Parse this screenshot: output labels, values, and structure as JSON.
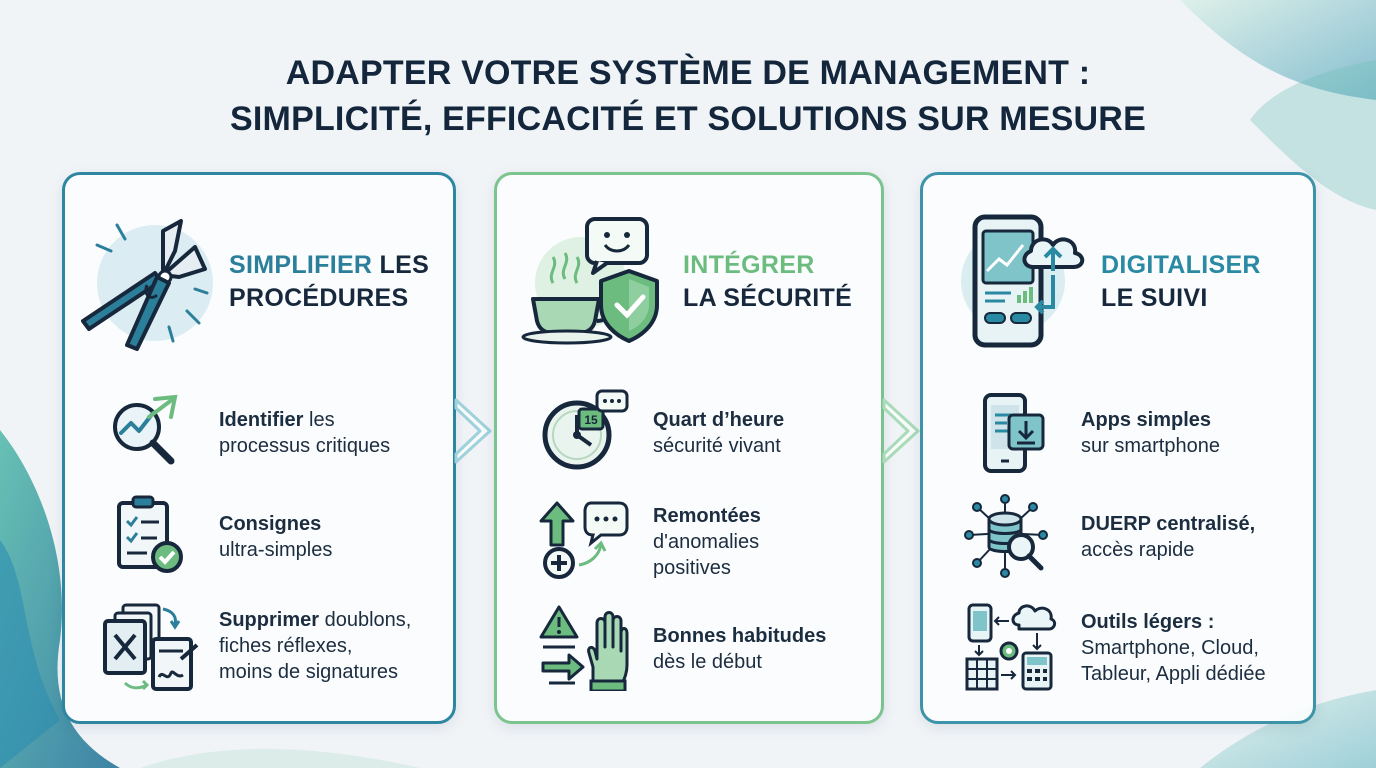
{
  "title": {
    "line1": "ADAPTER VOTRE SYSTÈME DE MANAGEMENT :",
    "line2": "SIMPLICITÉ, EFFICACITÉ ET SOLUTIONS SUR MESURE"
  },
  "columns": [
    {
      "title_accent": "SIMPLIFIER",
      "title_rest1": " LES",
      "title_line2": "PROCÉDURES",
      "head_icon": "pruning-shears-icon",
      "items": [
        {
          "icon": "magnifier-trend-icon",
          "bold": "Identifier",
          "rest": " les",
          "line2": "processus critiques",
          "line3": ""
        },
        {
          "icon": "checklist-icon",
          "bold": "Consignes",
          "rest": "",
          "line2": "ultra-simples",
          "line3": ""
        },
        {
          "icon": "documents-sign-icon",
          "bold": "Supprimer",
          "rest": " doublons,",
          "line2": "fiches réflexes,",
          "line3": "moins de signatures"
        }
      ]
    },
    {
      "title_accent": "INTÉGRER",
      "title_rest1": "",
      "title_line2": "LA SÉCURITÉ",
      "head_icon": "coffee-shield-icon",
      "items": [
        {
          "icon": "timer-15-icon",
          "bold": "Quart d’heure",
          "rest": "",
          "line2": "sécurité vivant",
          "line3": ""
        },
        {
          "icon": "report-up-icon",
          "bold": "Remontées",
          "rest": "",
          "line2": "d'anomalies",
          "line3": "positives"
        },
        {
          "icon": "warning-glove-icon",
          "bold": "Bonnes habitudes",
          "rest": "",
          "line2": "dès le début",
          "line3": ""
        }
      ]
    },
    {
      "title_accent": "DIGITALISER",
      "title_rest1": "",
      "title_line2": "LE SUIVI",
      "head_icon": "phone-cloud-icon",
      "items": [
        {
          "icon": "phone-download-icon",
          "bold": "Apps simples",
          "rest": "",
          "line2": "sur smartphone",
          "line3": ""
        },
        {
          "icon": "database-network-icon",
          "bold": "DUERP centralisé,",
          "rest": "",
          "line2": "accès rapide",
          "line3": ""
        },
        {
          "icon": "light-tools-icon",
          "bold": "Outils légers :",
          "rest": "",
          "line2": "Smartphone, Cloud,",
          "line3": "Tableur, Appli dédiée"
        }
      ]
    }
  ]
}
